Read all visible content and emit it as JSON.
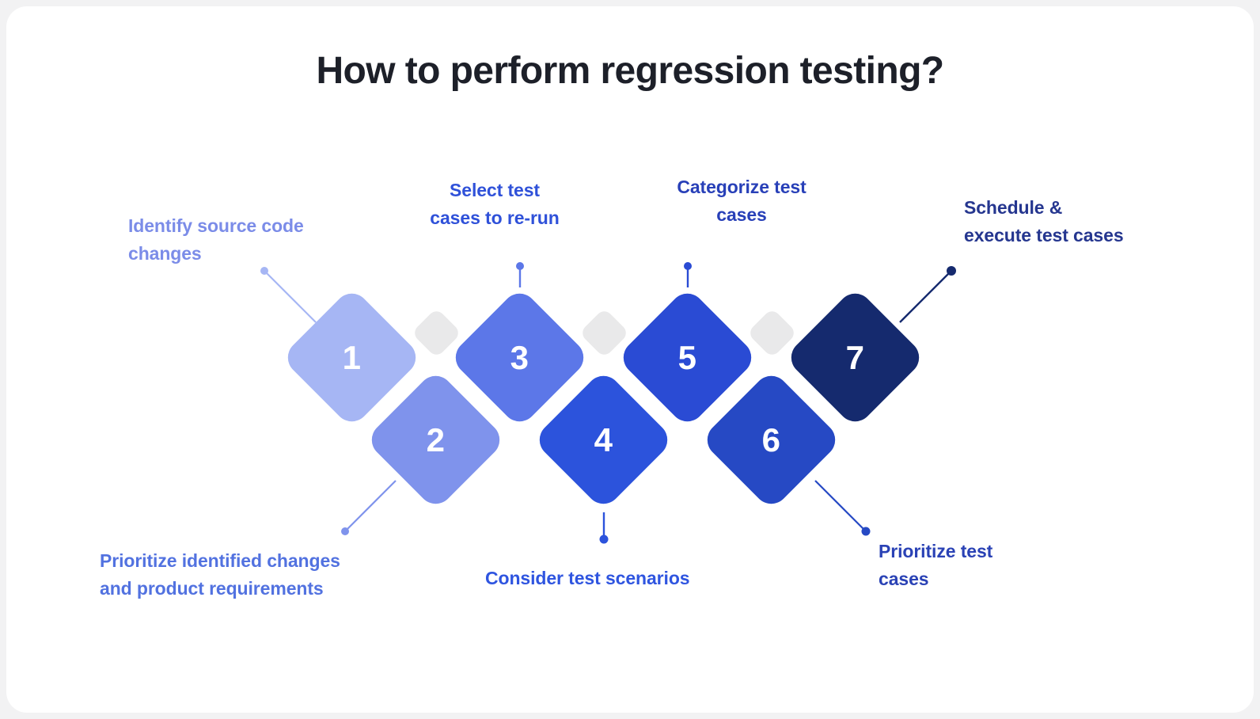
{
  "page": {
    "title": "How to perform regression testing?",
    "background": "#f2f2f3",
    "card_background": "#ffffff",
    "title_color": "#1d2029"
  },
  "diagram": {
    "type": "process-flow-diamonds",
    "step_count": 7,
    "steps": [
      {
        "number": "1",
        "label": "Identify source code\nchanges",
        "diamond_color": "#a6b6f4",
        "label_color": "#7b8ce8",
        "row": "top",
        "label_position": "above-left"
      },
      {
        "number": "2",
        "label": "Prioritize identified changes\nand product requirements",
        "diamond_color": "#7f93ec",
        "label_color": "#5272e0",
        "row": "bottom",
        "label_position": "below-left"
      },
      {
        "number": "3",
        "label": "Select test\ncases to re-run",
        "diamond_color": "#5c77e8",
        "label_color": "#2f51d9",
        "row": "top",
        "label_position": "above"
      },
      {
        "number": "4",
        "label": "Consider test scenarios",
        "diamond_color": "#2c53dc",
        "label_color": "#2f55e0",
        "row": "bottom",
        "label_position": "below"
      },
      {
        "number": "5",
        "label": "Categorize test\ncases",
        "diamond_color": "#2a4bd4",
        "label_color": "#2840b8",
        "row": "top",
        "label_position": "above"
      },
      {
        "number": "6",
        "label": "Prioritize test\ncases",
        "diamond_color": "#2649c4",
        "label_color": "#2a42b5",
        "row": "bottom",
        "label_position": "below-right"
      },
      {
        "number": "7",
        "label": "Schedule &\nexecute test cases",
        "diamond_color": "#152a6e",
        "label_color": "#25368f",
        "row": "top",
        "label_position": "above-right"
      }
    ],
    "spacer_diamonds": {
      "count": 3,
      "color": "#e9e9ea"
    }
  }
}
